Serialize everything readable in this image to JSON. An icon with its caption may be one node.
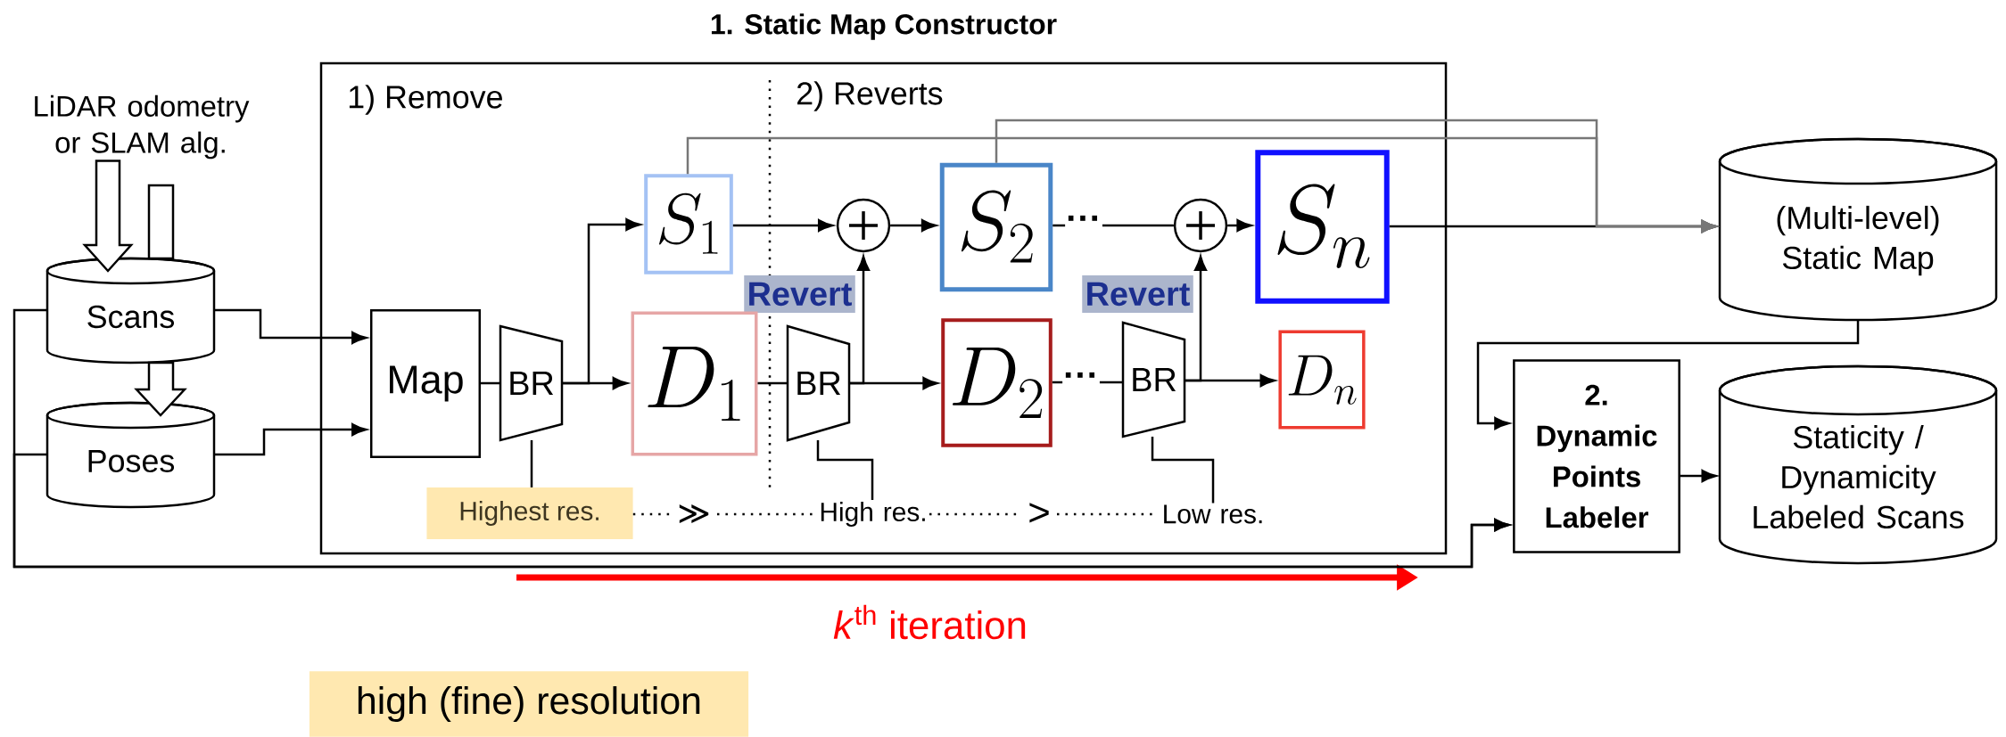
{
  "diagram": {
    "nodes": [
      {
        "text": [
          "1. Static Map Constructor"
        ]
      },
      {
        "text": [
          "LiDAR odometry or SLAM alg."
        ]
      },
      {
        "text": [
          "Scans"
        ]
      },
      {
        "text": [
          "Poses"
        ]
      },
      {
        "text": [
          "Map"
        ],
        "in": 0
      },
      {
        "text": [
          "BR"
        ],
        "in": 0
      },
      {
        "text": [
          "S_1"
        ],
        "in": 0
      },
      {
        "text": [
          "D_1"
        ],
        "in": 0
      },
      {
        "text": [],
        "shape": "circle",
        "in": 0
      },
      {
        "text": [
          "BR"
        ],
        "in": 0
      },
      {
        "text": [
          "S_2"
        ],
        "in": 0
      },
      {
        "text": [
          "D_2"
        ],
        "in": 0
      },
      {
        "text": [],
        "shape": "circle",
        "in": 0
      },
      {
        "text": [
          "BR"
        ],
        "in": 0
      },
      {
        "text": [
          "S_n"
        ],
        "in": 0
      },
      {
        "text": [
          "D_n"
        ],
        "in": 0
      },
      {
        "text": [
          "Revert"
        ],
        "in": 0
      },
      {
        "text": [
          "Revert"
        ],
        "in": 0
      },
      {
        "text": [
          "Highest res."
        ],
        "in": 0
      },
      {
        "text": [
          "High res."
        ],
        "in": 0
      },
      {
        "text": [
          "Low res."
        ],
        "in": 0
      },
      {
        "text": [
          "(Multi-level) Static Map"
        ]
      },
      {
        "text": [
          "2. Dynamic Points Labeler"
        ]
      },
      {
        "text": [
          "Staticity / Dynamicity Labeled Scans"
        ]
      },
      {
        "text": [
          "high (fine) resolution"
        ]
      },
      {
        "text": [
          "≫"
        ],
        "in": 0
      },
      {
        "text": [
          ">"
        ],
        "in": 0
      }
    ],
    "edges": [
      {
        "from": 1,
        "to": 2,
        "arrow": "to"
      },
      {
        "from": 2,
        "to": 3,
        "arrow": "to"
      },
      {
        "from": 2,
        "to": 4,
        "arrow": "to"
      },
      {
        "from": 3,
        "to": 4,
        "arrow": "to"
      },
      {
        "from": 2,
        "to": 22,
        "arrow": "to"
      },
      {
        "from": 3,
        "to": 22,
        "arrow": "to"
      },
      {
        "from": 4,
        "to": 5,
        "arrow": "none"
      },
      {
        "from": 5,
        "to": 6,
        "arrow": "to"
      },
      {
        "from": 5,
        "to": 7,
        "arrow": "to"
      },
      {
        "from": 6,
        "to": 8,
        "arrow": "to"
      },
      {
        "from": 8,
        "to": 10,
        "arrow": "to"
      },
      {
        "from": 7,
        "to": 9,
        "arrow": "none"
      },
      {
        "from": 9,
        "to": 8,
        "arrow": "to"
      },
      {
        "from": 9,
        "to": 11,
        "arrow": "to"
      },
      {
        "from": 10,
        "to": 12,
        "arrow": "none",
        "label": "···"
      },
      {
        "from": 12,
        "to": 14,
        "arrow": "to"
      },
      {
        "from": 11,
        "to": 13,
        "arrow": "none",
        "label": "···"
      },
      {
        "from": 13,
        "to": 12,
        "arrow": "to"
      },
      {
        "from": 13,
        "to": 15,
        "arrow": "to"
      },
      {
        "from": 14,
        "to": 21,
        "arrow": "to"
      },
      {
        "from": 6,
        "to": 21,
        "arrow": "to",
        "color": "#777777"
      },
      {
        "from": 10,
        "to": 21,
        "arrow": "to",
        "color": "#777777"
      },
      {
        "from": 21,
        "to": 22,
        "arrow": "to"
      },
      {
        "from": 22,
        "to": 23,
        "arrow": "to"
      },
      {
        "from": 18,
        "to": 5,
        "arrow": "none"
      },
      {
        "from": 19,
        "to": 9,
        "arrow": "none"
      },
      {
        "from": 20,
        "to": 13,
        "arrow": "none"
      },
      {
        "from": 18,
        "to": 25,
        "arrow": "none",
        "style": "dashed"
      },
      {
        "from": 25,
        "to": 19,
        "arrow": "none",
        "style": "dashed"
      },
      {
        "from": 19,
        "to": 26,
        "arrow": "none",
        "style": "dashed"
      },
      {
        "from": 26,
        "to": 20,
        "arrow": "none",
        "style": "dashed"
      }
    ],
    "labels": [
      "1) Remove",
      "2) Reverts",
      "*k*$^{th}$ iteration"
    ]
  }
}
